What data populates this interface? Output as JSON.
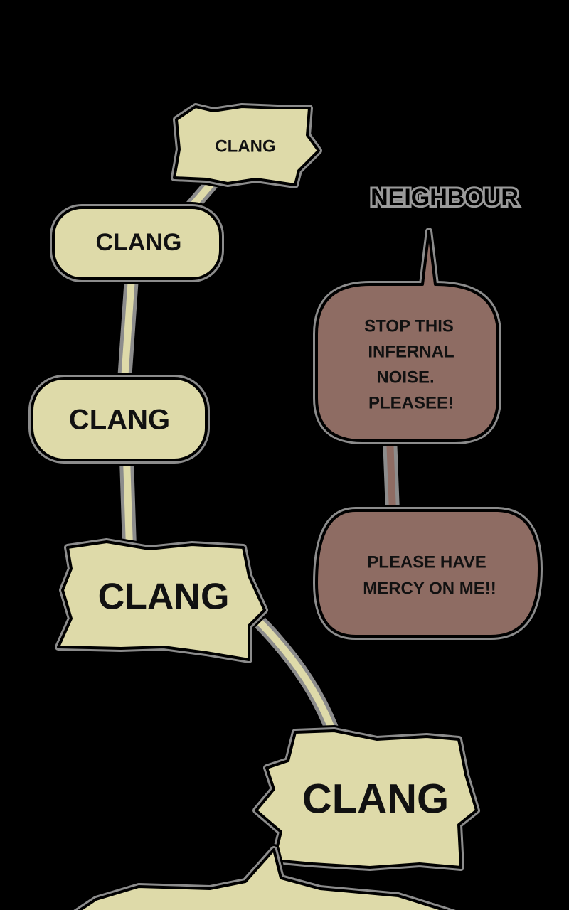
{
  "sfx": [
    "CLANG",
    "CLANG",
    "CLANG",
    "CLANG",
    "CLANG"
  ],
  "speaker": "NEIGHBOUR",
  "bubble1": [
    "STOP THIS",
    "INFERNAL",
    "NOISE.",
    "PLEASEE!"
  ],
  "bubble2": [
    "PLEASE HAVE",
    "MERCY ON ME!!"
  ],
  "colors": {
    "sfx_fill": "#dedaa9",
    "speech_fill": "#8e6c63",
    "outline": "#8c8c8c",
    "background": "#000000"
  }
}
